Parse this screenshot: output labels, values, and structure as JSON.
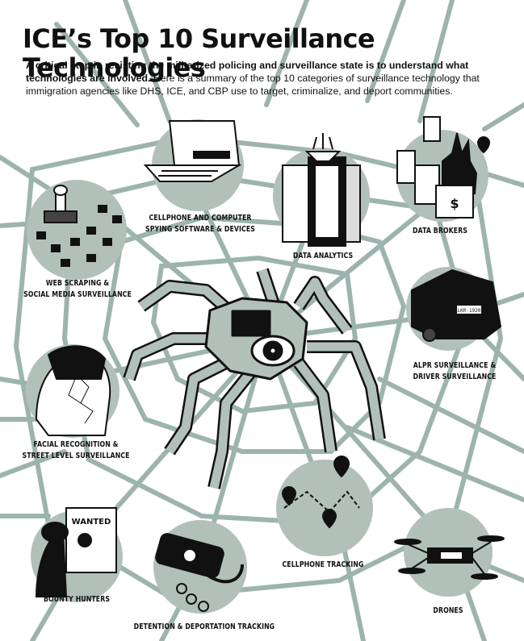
{
  "header": {
    "title": "ICE’s Top 10 Surveillance Technologies",
    "subtitle_bold": "A critical step in resisting the militarized policing and surveillance state is to understand what technologies are involved.",
    "subtitle_rest": " Here is a summary of the top 10 categories of surveillance technology that immigration agencies like DHS, ICE, and CBP use to target, criminalize, and deport communities."
  },
  "categories": {
    "cellphone_computer": "CELLPHONE AND COMPUTER\nSPYING SOFTWARE & DEVICES",
    "data_analytics": "DATA ANALYTICS",
    "data_brokers": "DATA BROKERS",
    "web_scraping": "WEB SCRAPING &\nSOCIAL MEDIA SURVEILLANCE",
    "alpr": "ALPR SURVEILLANCE &\nDRIVER SURVEILLANCE",
    "facial_recognition": "FACIAL RECOGNITION &\nSTREET LEVEL SURVEILLANCE",
    "cellphone_tracking": "CELLPHONE TRACKING",
    "bounty_hunters": "BOUNTY HUNTERS",
    "detention_tracking": "DETENTION & DEPORTATION TRACKING",
    "drones": "DRONES"
  },
  "illustration_text": {
    "wanted": "WANTED",
    "plate": "LKR-1920",
    "dollar": "$"
  },
  "colors": {
    "web_line": "#9db4ae",
    "circle": "#b2c0ba",
    "ink": "#111111"
  },
  "icons": [
    "stamp-icon",
    "laptop-icon",
    "server-icon",
    "hand-icon",
    "car-icon",
    "face-scan-icon",
    "map-pin-icon",
    "poster-icon",
    "phone-handcuff-icon",
    "drone-icon",
    "spider-robot-icon"
  ]
}
